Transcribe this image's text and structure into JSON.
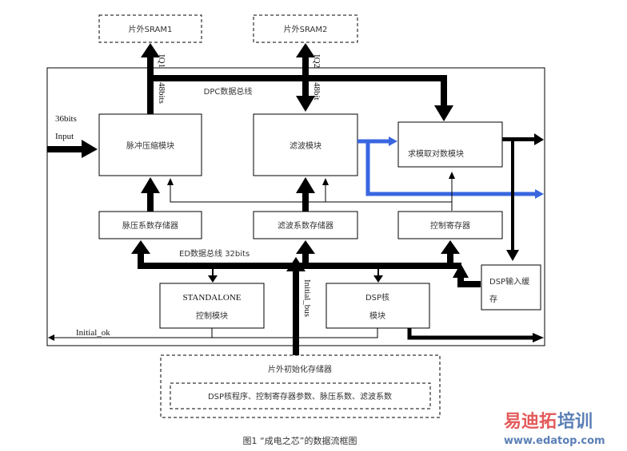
{
  "diagram": {
    "external": {
      "sram1": "片外SRAM1",
      "sram2": "片外SRAM2",
      "init_mem_title": "片外初始化存储器",
      "init_mem_content": "DSP核程序、控制寄存器参数、脉压系数、滤波系数"
    },
    "modules": {
      "pulse_compress": "脉冲压缩模块",
      "filter": "滤波模块",
      "modlog": "求模取对数模块",
      "pulse_coef": "脉压系数存储器",
      "filter_coef": "滤波系数存储器",
      "ctrl_reg": "控制寄存器",
      "standalone_line1": "STANDALONE",
      "standalone_line2": "控制模块",
      "dsp_core_line1": "DSP核",
      "dsp_core_line2": "模块",
      "dsp_input_line1": "DSP输入缓",
      "dsp_input_line2": "存"
    },
    "labels": {
      "iq1": "IQ1",
      "iq2": "IQ2",
      "bits48_1": "48bits",
      "bits48_2": "48bit",
      "dpc_bus": "DPC数据总线",
      "input_bits": "36bits",
      "input": "Input",
      "ed_bus": "ED数据总线  32bits",
      "initial_bus": "Initial_bus",
      "initial_ok": "Initial_ok"
    },
    "caption": "图1   “成电之芯”的数据流框图",
    "watermark": {
      "brand_red": "易迪拓",
      "brand_blue": "培训",
      "url": "www.edatop.com"
    },
    "colors": {
      "line": "#000000",
      "highlight": "#3a66e0"
    }
  }
}
